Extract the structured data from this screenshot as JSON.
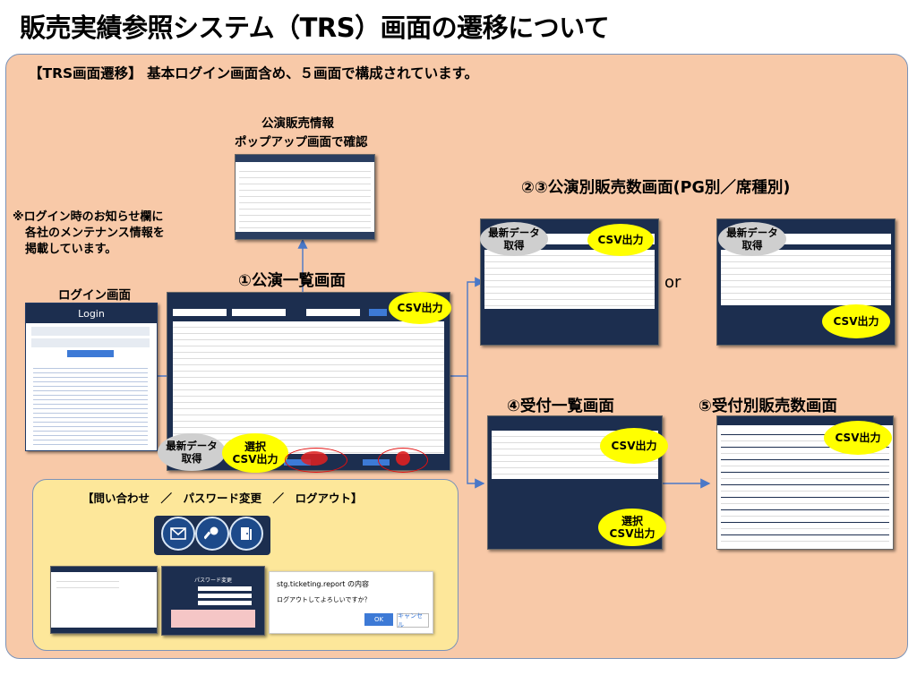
{
  "title": "販売実績参照システム（TRS）画面の遷移について",
  "subtitle": "【TRS画面遷移】 基本ログイン画面含め、５画面で構成されています。",
  "note": [
    "※ログイン時のお知らせ欄に",
    "各社のメンテナンス情報を",
    "掲載しています。"
  ],
  "login": {
    "label": "ログイン画面",
    "header": "Login"
  },
  "popup": {
    "label_line1": "公演販売情報",
    "label_line2": "ポップアップ画面で確認"
  },
  "screen1": {
    "label": "①公演一覧画面",
    "csv": "CSV出力",
    "latest_line1": "最新データ",
    "latest_line2": "取得",
    "select_line1": "選択",
    "select_line2": "CSV出力"
  },
  "screen23": {
    "label": "②③公演別販売数画面(PG別／席種別)",
    "latest_line1": "最新データ",
    "latest_line2": "取得",
    "csv": "CSV出力",
    "or": "or"
  },
  "screen4": {
    "label": "④受付一覧画面",
    "csv": "CSV出力",
    "select_line1": "選択",
    "select_line2": "CSV出力"
  },
  "screen5": {
    "label": "⑤受付別販売数画面",
    "csv": "CSV出力"
  },
  "menu": {
    "label": "【問い合わせ　／　パスワード変更　／　ログアウト】",
    "password_dialog_title": "パスワード変更",
    "logout_title": "stg.ticketing.report の内容",
    "logout_message": "ログアウトしてよろしいですか？",
    "ok": "OK",
    "cancel": "キャンセル"
  },
  "icons": [
    "mail-icon",
    "key-icon",
    "logout-door-icon"
  ],
  "colors": {
    "outer_bg": "#f8c9a8",
    "inner_bg": "#fde79a",
    "navy": "#1c2e4f",
    "highlight": "#ffff00",
    "arrow": "#4a78c8",
    "red": "#e02020"
  }
}
